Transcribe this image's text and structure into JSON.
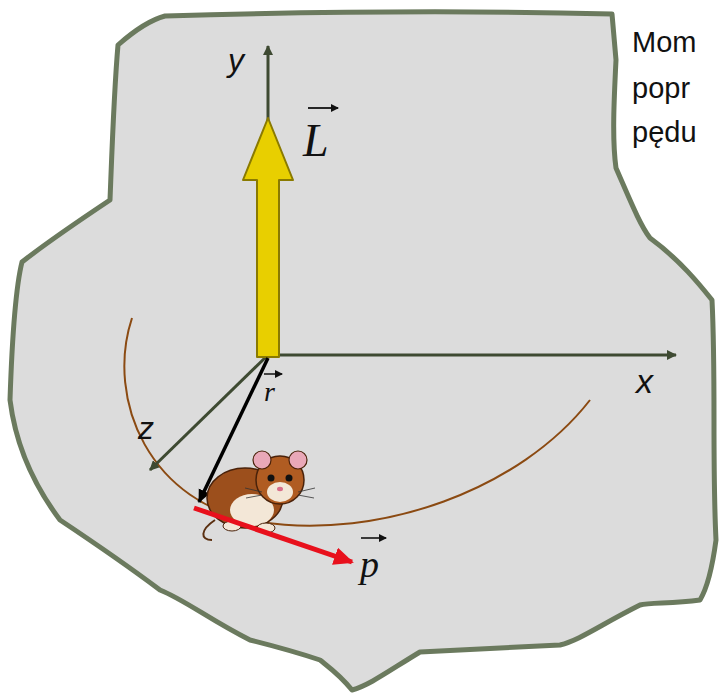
{
  "diagram": {
    "labels": [
      "Mom",
      "popr",
      "pędu",
      "y",
      "L",
      "r",
      "x",
      "z",
      "p"
    ]
  }
}
